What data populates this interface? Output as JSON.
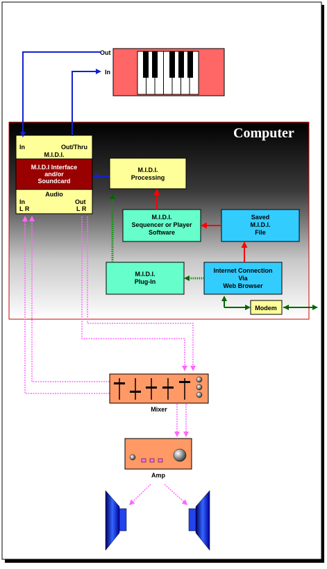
{
  "keyboard": {
    "out_label": "Out",
    "in_label": "In"
  },
  "computer": {
    "title": "Computer"
  },
  "interface": {
    "in_label": "In",
    "out_thru_label": "Out/Thru",
    "midi_label": "M.I.D.I.",
    "name_line1": "M.I.D.I Interface",
    "name_line2": "and/or",
    "name_line3": "Soundcard",
    "audio_label": "Audio",
    "audio_in_label": "In",
    "audio_out_label": "Out",
    "audio_in_lr": "L R",
    "audio_out_lr": "L R"
  },
  "midi_processing": {
    "line1": "M.I.D.I.",
    "line2": "Processing"
  },
  "sequencer": {
    "line1": "M.I.D.I.",
    "line2": "Sequencer or Player",
    "line3": "Software"
  },
  "saved_file": {
    "line1": "Saved",
    "line2": "M.I.D.I.",
    "line3": "File"
  },
  "plugin": {
    "line1": "M.I.D.I.",
    "line2": "Plug-In"
  },
  "internet": {
    "line1": "Internet Connection",
    "line2": "Via",
    "line3": "Web Browser"
  },
  "modem": {
    "label": "Modem"
  },
  "mixer": {
    "label": "Mixer"
  },
  "amp": {
    "label": "Amp"
  },
  "colors": {
    "computer_border": "#cc0000",
    "interface_red": "#990000",
    "pale_yellow": "#ffff99",
    "teal": "#66ffcc",
    "sky_blue": "#33ccff",
    "keyboard_pink": "#ff6666",
    "mixer_orange": "#ff9966",
    "blue_link": "#1122cc",
    "red_arrow": "#ff0000",
    "green_link": "#006600",
    "audio_magenta": "#ff66ff"
  }
}
